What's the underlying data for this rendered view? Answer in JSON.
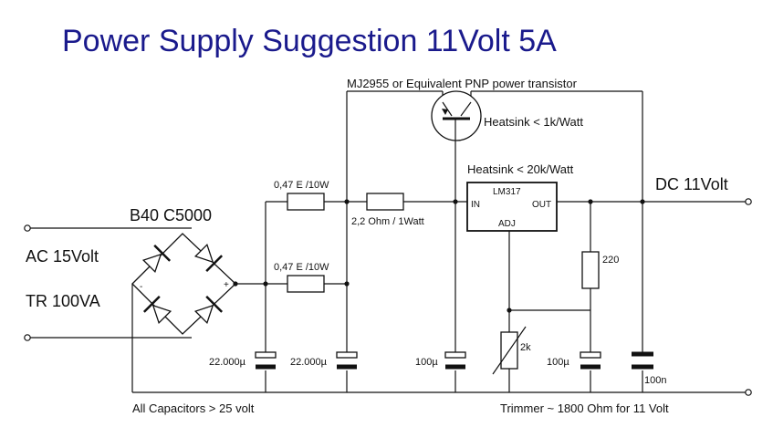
{
  "title": "Power Supply Suggestion  11Volt 5A",
  "transistor": {
    "label": "MJ2955 or Equivalent PNP power transistor",
    "heatsink": "Heatsink < 1k/Watt"
  },
  "regulator": {
    "heatsink": "Heatsink < 20k/Watt",
    "name": "LM317",
    "pin_in": "IN",
    "pin_out": "OUT",
    "pin_adj": "ADJ"
  },
  "output_label": "DC 11Volt",
  "bridge_label": "B40 C5000",
  "ac_label": "AC 15Volt",
  "transformer_label": "TR 100VA",
  "bridge_minus": "-",
  "bridge_plus": "+",
  "resistors": {
    "r_top": "0,47 E /10W",
    "r_bottom": "0,47 E /10W",
    "r_series": "2,2 Ohm / 1Watt",
    "r_220": "220",
    "trimmer": "2k"
  },
  "capacitors": {
    "c1": "22.000µ",
    "c2": "22.000µ",
    "c3": "100µ",
    "c4": "100µ",
    "c5": "100n"
  },
  "notes": {
    "caps": "All Capacitors > 25 volt",
    "trimmer": "Trimmer ~ 1800 Ohm for 11 Volt"
  }
}
